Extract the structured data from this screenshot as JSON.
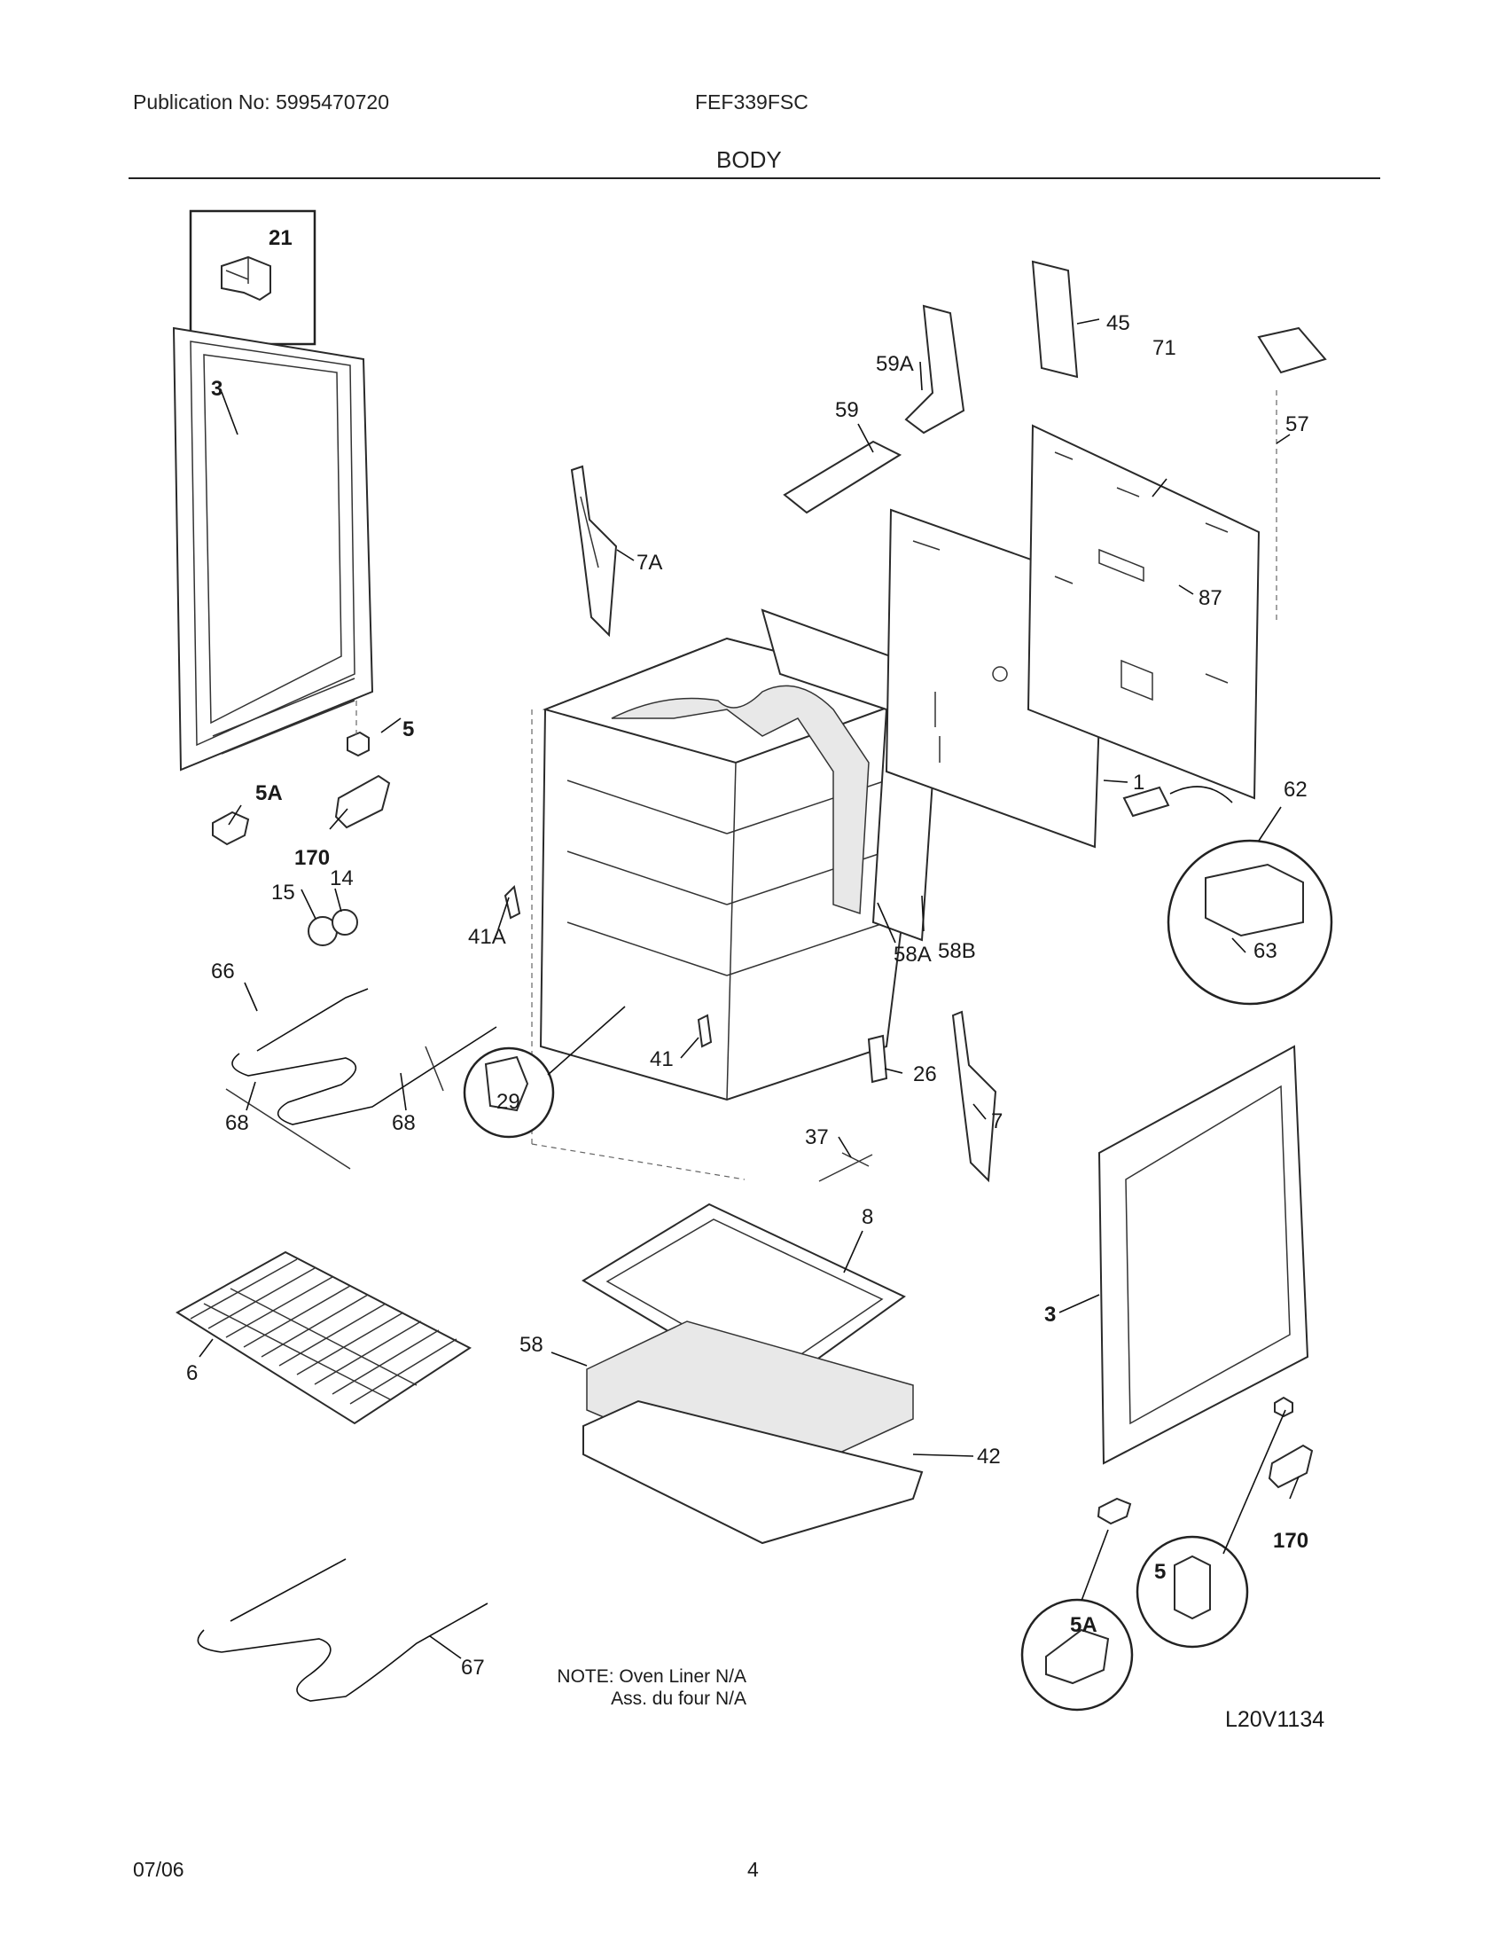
{
  "header": {
    "publication": "Publication No: 5995470720",
    "model": "FEF339FSC",
    "section": "BODY"
  },
  "footer": {
    "date": "07/06",
    "page": "4"
  },
  "note": {
    "line1": "NOTE: Oven Liner N/A",
    "line2": "Ass. du four N/A"
  },
  "drawing_code": "L20V1134",
  "callouts": {
    "c21": "21",
    "c3_left": "3",
    "c5_left": "5",
    "c5A_left": "5A",
    "c170_left": "170",
    "c14": "14",
    "c15": "15",
    "c7A": "7A",
    "c41A": "41A",
    "c66": "66",
    "c68_left": "68",
    "c68_right": "68",
    "c29": "29",
    "c41": "41",
    "c26": "26",
    "c37": "37",
    "c7": "7",
    "c58A": "58A",
    "c58B": "58B",
    "c1": "1",
    "c45": "45",
    "c59A": "59A",
    "c59": "59",
    "c71": "71",
    "c57": "57",
    "c87": "87",
    "c62": "62",
    "c63": "63",
    "c8": "8",
    "c58": "58",
    "c42": "42",
    "c6": "6",
    "c3_right": "3",
    "c170_right": "170",
    "c5_right": "5",
    "c5A_right": "5A",
    "c67": "67"
  }
}
